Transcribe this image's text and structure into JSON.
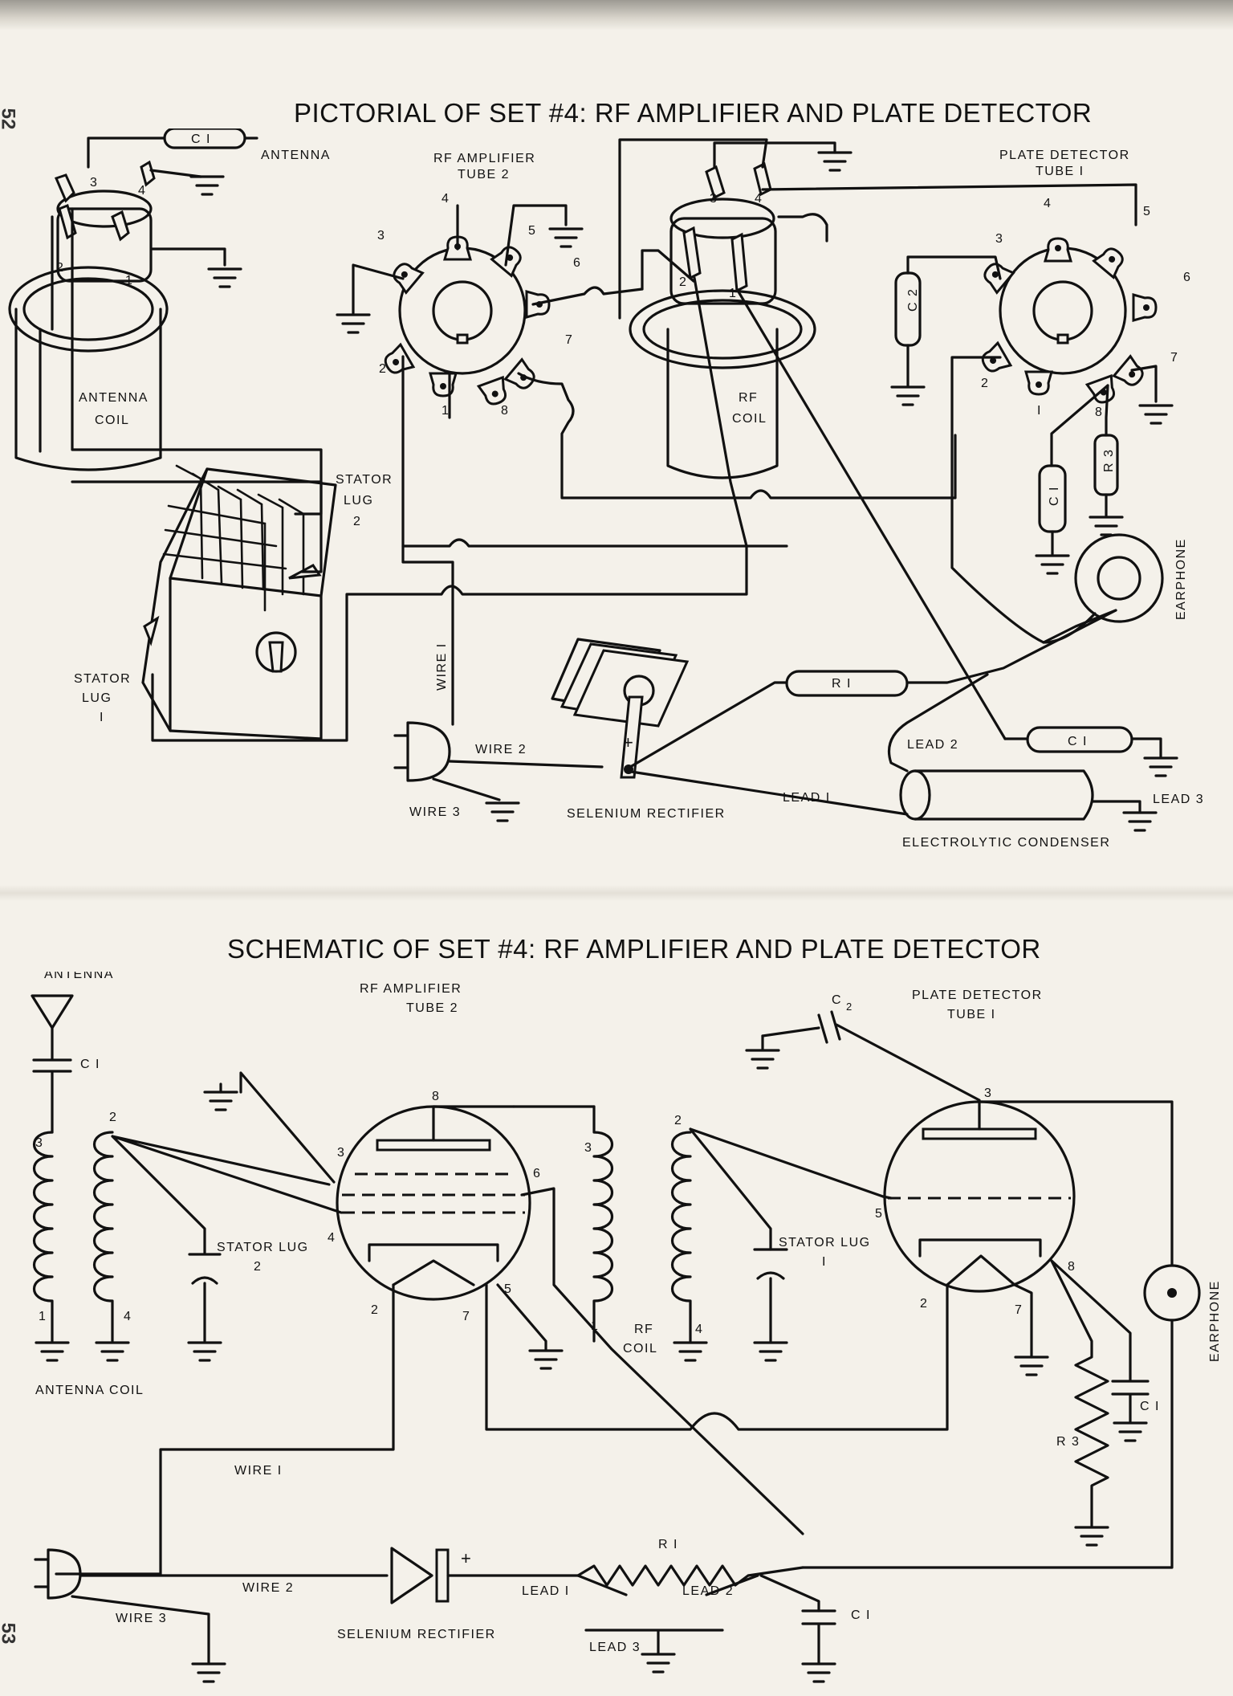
{
  "page_numbers": {
    "top": "52",
    "bottom": "53"
  },
  "pictorial": {
    "title": "PICTORIAL OF SET #4: RF AMPLIFIER AND PLATE DETECTOR",
    "labels": {
      "c1_top": "C I",
      "antenna": "ANTENNA",
      "rf_amp_1": "RF AMPLIFIER",
      "rf_amp_2": "TUBE 2",
      "plate_det_1": "PLATE DETECTOR",
      "plate_det_2": "TUBE I",
      "antenna_coil_1": "ANTENNA",
      "antenna_coil_2": "COIL",
      "rf_coil_1": "RF",
      "rf_coil_2": "COIL",
      "c2": "C 2",
      "c1_mid": "C I",
      "r3": "R 3",
      "earphone": "EARPHONE",
      "stator2_1": "STATOR",
      "stator2_2": "LUG",
      "stator2_3": "2",
      "stator1_1": "STATOR",
      "stator1_2": "LUG",
      "stator1_3": "I",
      "wire1": "WIRE I",
      "wire2": "WIRE 2",
      "wire3": "WIRE 3",
      "selenium": "SELENIUM RECTIFIER",
      "r1": "R I",
      "c1_low": "C I",
      "lead2": "LEAD 2",
      "lead1": "LEAD I",
      "lead3": "LEAD 3",
      "electrolytic": "ELECTROLYTIC CONDENSER",
      "plus": "+"
    },
    "pins": {
      "ac3": "3",
      "ac4": "4",
      "ac2": "2",
      "ac1": "1",
      "t2_4": "4",
      "t2_3": "3",
      "t2_5": "5",
      "t2_6": "6",
      "t2_2": "2",
      "t2_7": "7",
      "t2_1": "1",
      "t2_8": "8",
      "rf3": "3",
      "rf4": "4",
      "rf2": "2",
      "rf1": "1",
      "t1_4": "4",
      "t1_3": "3",
      "t1_5": "5",
      "t1_6": "6",
      "t1_2": "2",
      "t1_7": "7",
      "t1_1": "I",
      "t1_8": "8"
    }
  },
  "schematic": {
    "title": "SCHEMATIC OF SET #4: RF AMPLIFIER AND PLATE DETECTOR",
    "labels": {
      "antenna": "ANTENNA",
      "c1_ant": "C I",
      "antenna_coil": "ANTENNA COIL",
      "stator2_1": "STATOR LUG",
      "stator2_2": "2",
      "rf_amp_1": "RF AMPLIFIER",
      "rf_amp_2": "TUBE 2",
      "rf_coil_1": "RF",
      "rf_coil_2": "COIL",
      "stator1_1": "STATOR LUG",
      "stator1_2": "I",
      "c2": "C",
      "c2_sub": "2",
      "plate_det_1": "PLATE DETECTOR",
      "plate_det_2": "TUBE I",
      "earphone": "EARPHONE",
      "c1_right": "C I",
      "r3": "R 3",
      "wire1": "WIRE I",
      "wire2": "WIRE 2",
      "wire3": "WIRE 3",
      "selenium": "SELENIUM RECTIFIER",
      "plus": "+",
      "r1": "R I",
      "lead1": "LEAD I",
      "lead2": "LEAD 2",
      "c1_bottom": "C I",
      "lead3": "LEAD 3"
    },
    "pins": {
      "ac3": "3",
      "ac2": "2",
      "ac1": "1",
      "ac4": "4",
      "t2_8": "8",
      "t2_3": "3",
      "t2_6": "6",
      "t2_4": "4",
      "t2_2": "2",
      "t2_7": "7",
      "t2_5": "5",
      "rf3": "3",
      "rf1": "1",
      "rf2": "2",
      "rf4": "4",
      "t1_3": "3",
      "t1_5": "5",
      "t1_2": "2",
      "t1_7": "7",
      "t1_8": "8"
    }
  }
}
